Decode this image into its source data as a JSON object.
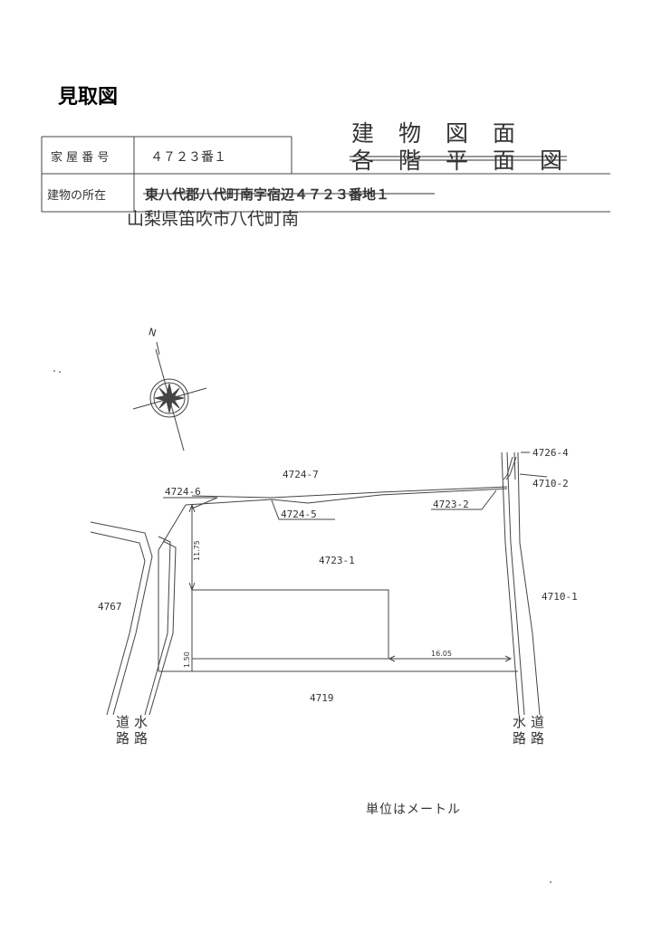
{
  "page_title": "見取図",
  "drawing_title": "建　物　図　面",
  "drawing_title_struck": "各　階　平　面　図",
  "house_number_label": "家 屋 番 号",
  "house_number_value": "４７２３番１",
  "location_label": "建物の所在",
  "location_old": "東八代郡八代町南字宿辺４７２３番地１",
  "location_new": "山梨県笛吹市八代町南",
  "north_label": "N",
  "lots": {
    "n4724_7": "4724-7",
    "n4724_6": "4724-6",
    "n4724_5": "4724-5",
    "n4723_2": "4723-2",
    "n4726_4": "4726-4",
    "n4710_2": "4710-2",
    "n4723_1": "4723-1",
    "n4710_1": "4710-1",
    "n4767": "4767",
    "n4719": "4719"
  },
  "dimensions": {
    "d1175": "11.75",
    "d150": "1.50",
    "d1605": "16.05"
  },
  "road_left": [
    "道路",
    "水路"
  ],
  "road_right": [
    "水路",
    "道路"
  ],
  "unit_note": "単位はメートル",
  "colors": {
    "ink": "#222222",
    "pencil": "#555555"
  }
}
